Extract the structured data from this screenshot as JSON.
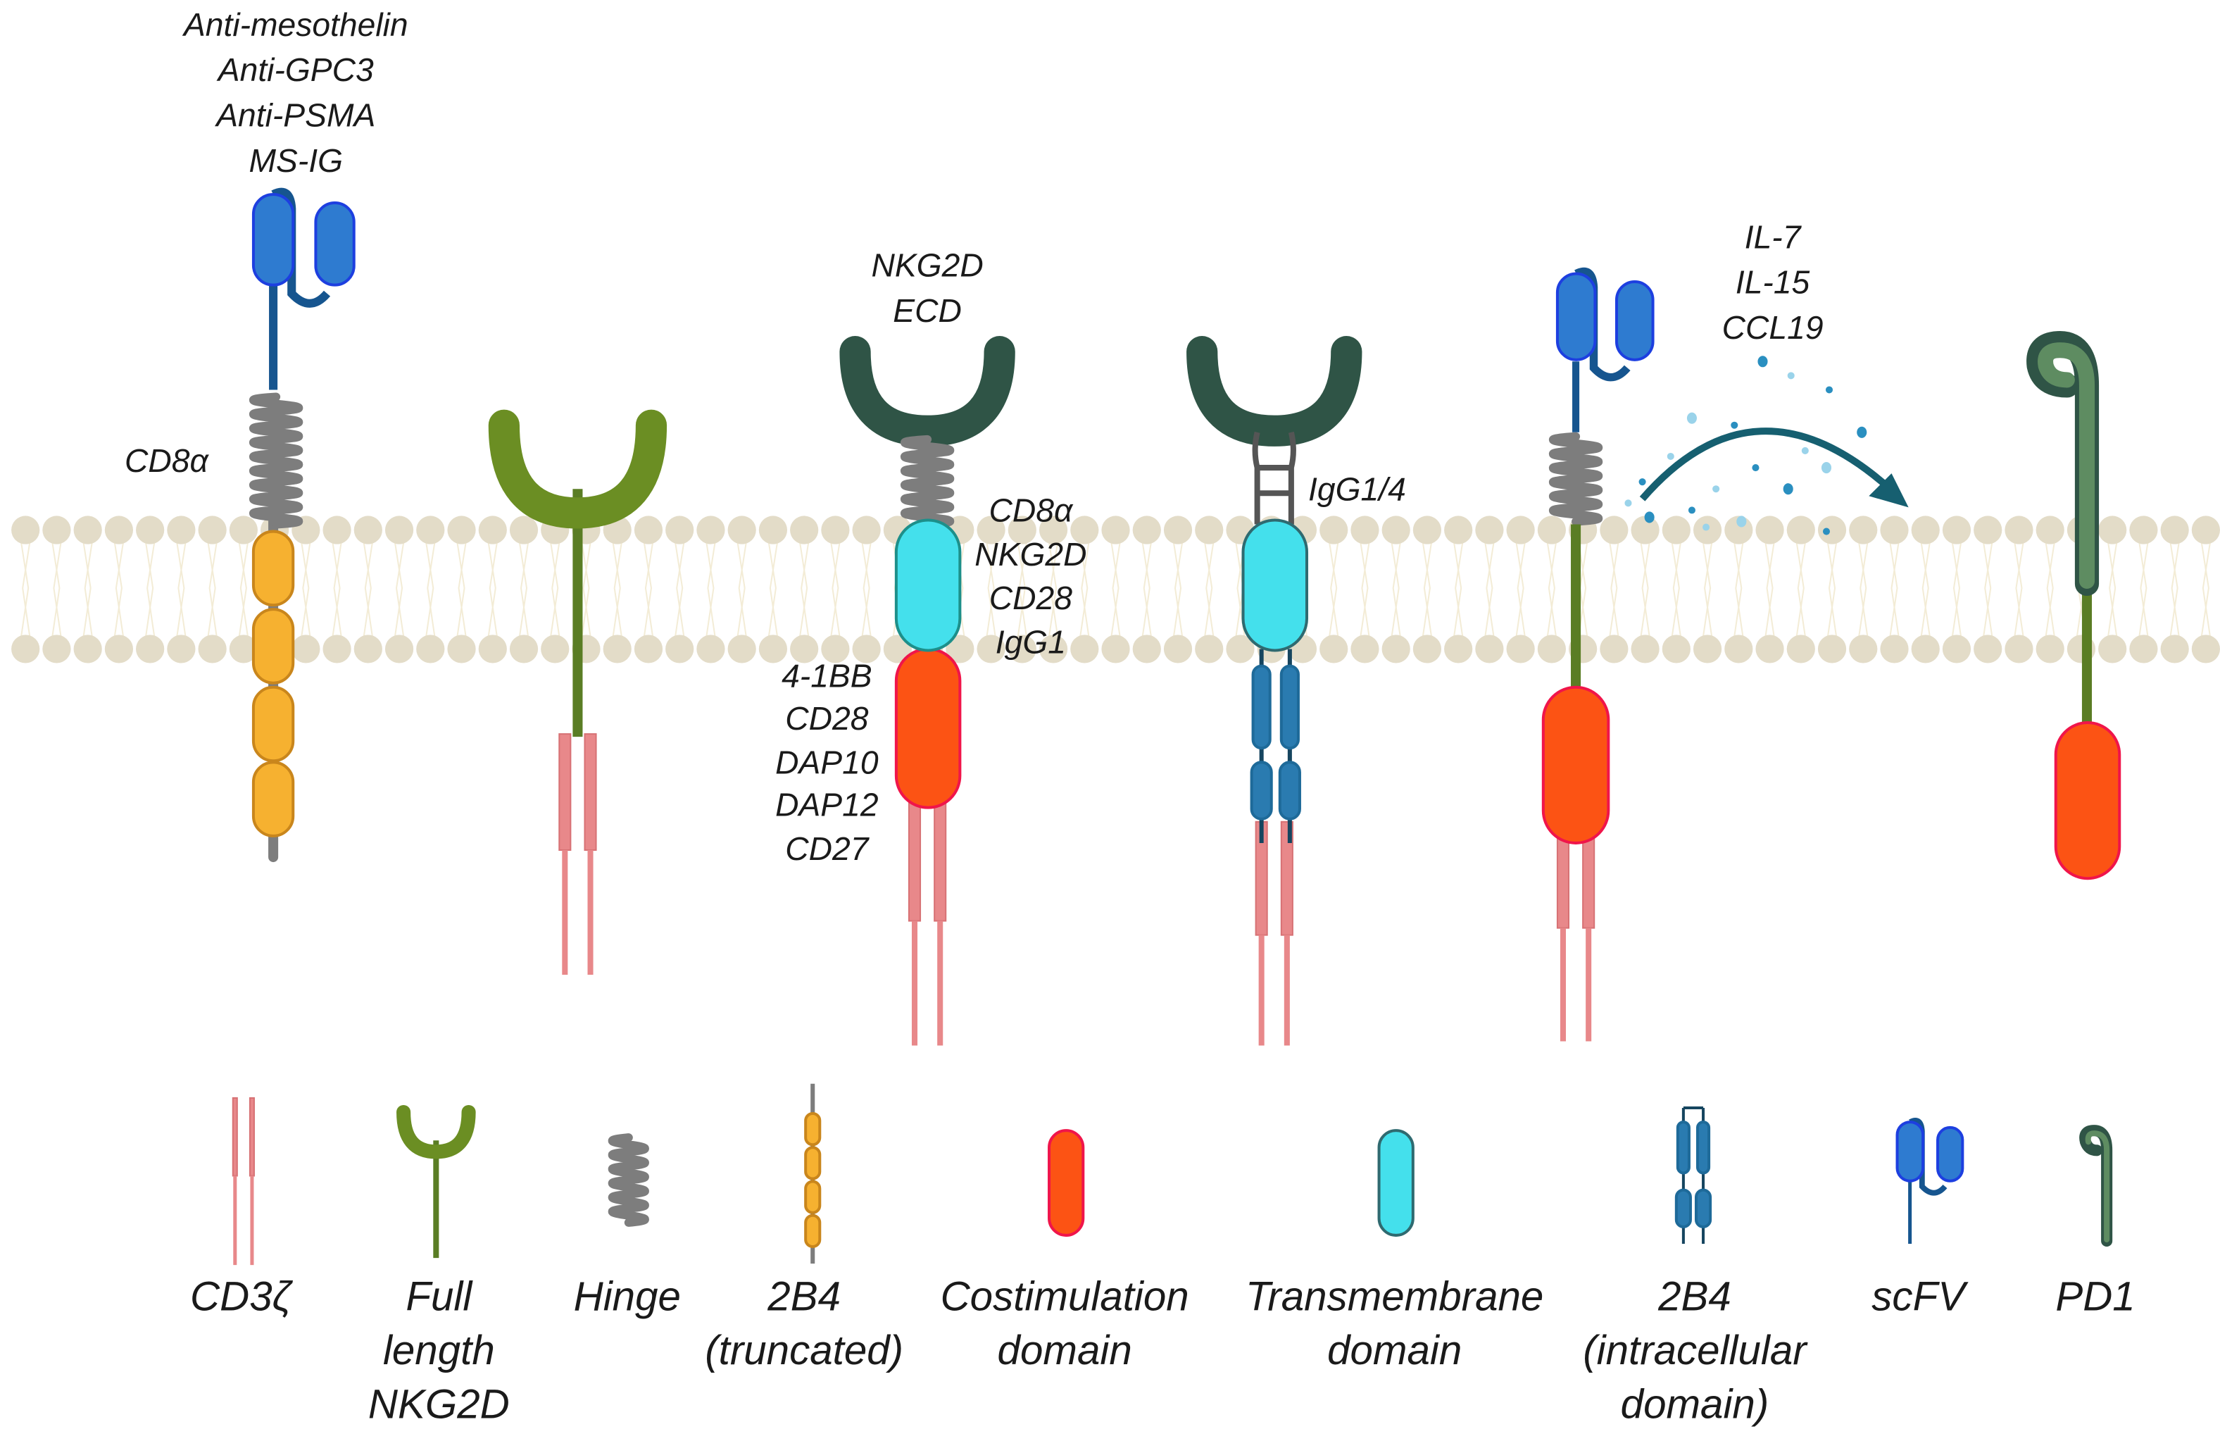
{
  "labels": {
    "targets": [
      "Anti-mesothelin",
      "Anti-GPC3",
      "Anti-PSMA",
      "MS-IG"
    ],
    "hinge_cd8a": "CD8α",
    "nkg2d_ecd": [
      "NKG2D",
      "ECD"
    ],
    "transmembrane_options": [
      "CD8α",
      "NKG2D",
      "CD28",
      "IgG1"
    ],
    "costim_options": [
      "4-1BB",
      "CD28",
      "DAP10",
      "DAP12",
      "CD27"
    ],
    "igg_hinge": "IgG1/4",
    "cytokines": [
      "IL-7",
      "IL-15",
      "CCL19"
    ]
  },
  "legend": [
    {
      "id": "cd3z",
      "lines": [
        "CD3ζ"
      ]
    },
    {
      "id": "full-nkg2d",
      "lines": [
        "Full",
        "length",
        "NKG2D"
      ]
    },
    {
      "id": "hinge",
      "lines": [
        "Hinge"
      ]
    },
    {
      "id": "2b4-truncated",
      "lines": [
        "2B4",
        "(truncated)"
      ]
    },
    {
      "id": "costim",
      "lines": [
        "Costimulation",
        "domain"
      ]
    },
    {
      "id": "transmembrane",
      "lines": [
        "Transmembrane",
        "domain"
      ]
    },
    {
      "id": "2b4-intracellular",
      "lines": [
        "2B4",
        "(intracellular",
        "domain)"
      ]
    },
    {
      "id": "scfv",
      "lines": [
        "scFV"
      ]
    },
    {
      "id": "pd1",
      "lines": [
        "PD1"
      ]
    }
  ],
  "colors": {
    "membrane": "#e3dcc8",
    "cd3z": "#e8888a",
    "nkg2d_full": "#6b8e23",
    "nkg2d_ecd": "#2f5446",
    "hinge": "#8a8a8a",
    "truncated_2b4": "#f6b130",
    "costim": "#fc5314",
    "transmembrane": "#44e0ec",
    "intracellular_2b4": "#2a7bb0",
    "scfv": "#2e7bd0",
    "pd1": "#5e8c61",
    "cytokine": "#3aa6d0"
  }
}
